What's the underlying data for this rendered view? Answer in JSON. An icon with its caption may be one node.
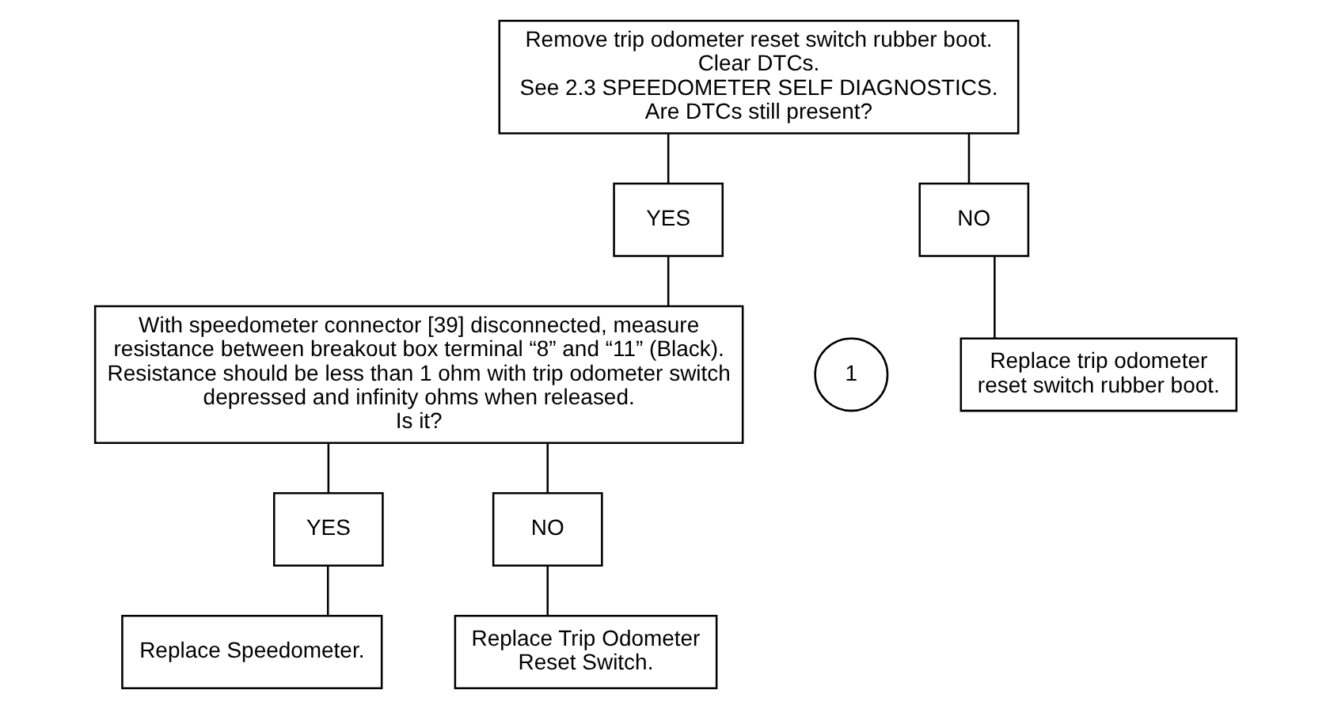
{
  "diagram": {
    "nodes": [
      {
        "text": [
          "Remove trip odometer reset switch rubber boot.",
          "Clear DTCs.",
          "See 2.3 SPEEDOMETER SELF DIAGNOSTICS.",
          "Are DTCs still present?"
        ]
      },
      {
        "text": [
          "YES"
        ]
      },
      {
        "text": [
          "NO"
        ]
      },
      {
        "text": [
          "With speedometer connector [39] disconnected, measure resistance between breakout box terminal “8” and “11” (Black). Resistance should be less than 1 ohm with trip odometer switch depressed and infinity ohms when released.",
          "Is it?"
        ]
      },
      {
        "text": [
          "Replace trip odometer reset switch rubber boot."
        ]
      },
      {
        "text": [
          "YES"
        ]
      },
      {
        "text": [
          "NO"
        ]
      },
      {
        "text": [
          "Replace Speedometer."
        ]
      },
      {
        "text": [
          "Replace Trip Odometer Reset Switch."
        ]
      },
      {
        "text": [
          "1"
        ]
      }
    ],
    "edges": [
      {
        "from": 0,
        "to": 1,
        "arrow": "none"
      },
      {
        "from": 0,
        "to": 2,
        "arrow": "none"
      },
      {
        "from": 1,
        "to": 3,
        "arrow": "none"
      },
      {
        "from": 2,
        "to": 4,
        "arrow": "none"
      },
      {
        "from": 3,
        "to": 5,
        "arrow": "none"
      },
      {
        "from": 3,
        "to": 6,
        "arrow": "none"
      },
      {
        "from": 5,
        "to": 7,
        "arrow": "none"
      },
      {
        "from": 6,
        "to": 8,
        "arrow": "none"
      }
    ]
  }
}
